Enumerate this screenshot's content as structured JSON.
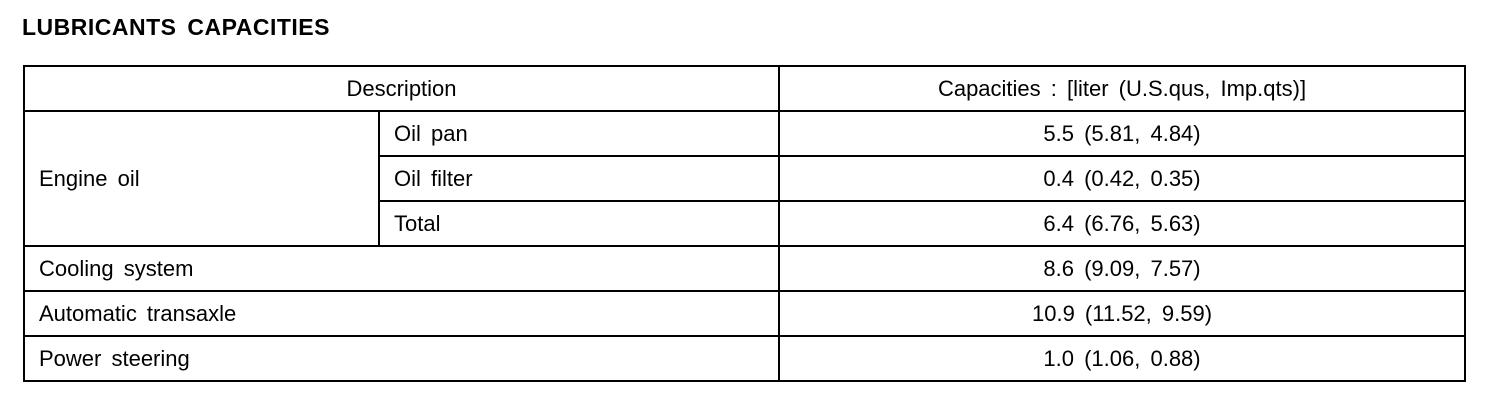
{
  "title": "LUBRICANTS CAPACITIES",
  "table": {
    "headers": {
      "description": "Description",
      "capacities": "Capacities : [liter (U.S.qus, Imp.qts)]"
    },
    "engine_oil": {
      "label": "Engine oil",
      "rows": [
        {
          "label": "Oil pan",
          "value": "5.5 (5.81, 4.84)"
        },
        {
          "label": "Oil filter",
          "value": "0.4 (0.42, 0.35)"
        },
        {
          "label": "Total",
          "value": "6.4 (6.76, 5.63)"
        }
      ]
    },
    "rows": [
      {
        "label": "Cooling system",
        "value": "8.6 (9.09, 7.57)"
      },
      {
        "label": "Automatic transaxle",
        "value": "10.9 (11.52, 9.59)"
      },
      {
        "label": "Power steering",
        "value": "1.0 (1.06, 0.88)"
      }
    ]
  }
}
